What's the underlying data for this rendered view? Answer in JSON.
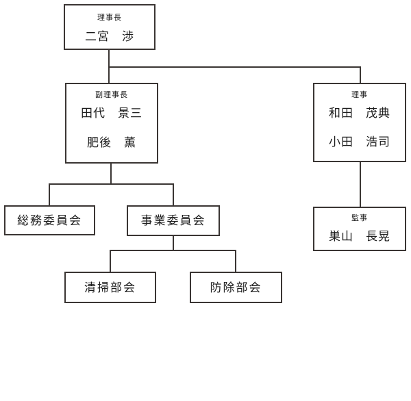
{
  "colors": {
    "line": "#3a3533",
    "text": "#1c1c1c",
    "background": "#ffffff"
  },
  "nodes": {
    "chairman": {
      "title": "理事長",
      "name1": "二宮　渉"
    },
    "vice_chairman": {
      "title": "副理事長",
      "name1": "田代　景三",
      "name2": "肥後　薫"
    },
    "director": {
      "title": "理事",
      "name1": "和田　茂典",
      "name2": "小田　浩司"
    },
    "auditor": {
      "title": "監事",
      "name1": "巣山　長晃"
    },
    "general_affairs_committee": {
      "label": "総務委員会"
    },
    "business_committee": {
      "label": "事業委員会"
    },
    "cleaning_subcommittee": {
      "label": "清掃部会"
    },
    "pest_control_subcommittee": {
      "label": "防除部会"
    }
  }
}
